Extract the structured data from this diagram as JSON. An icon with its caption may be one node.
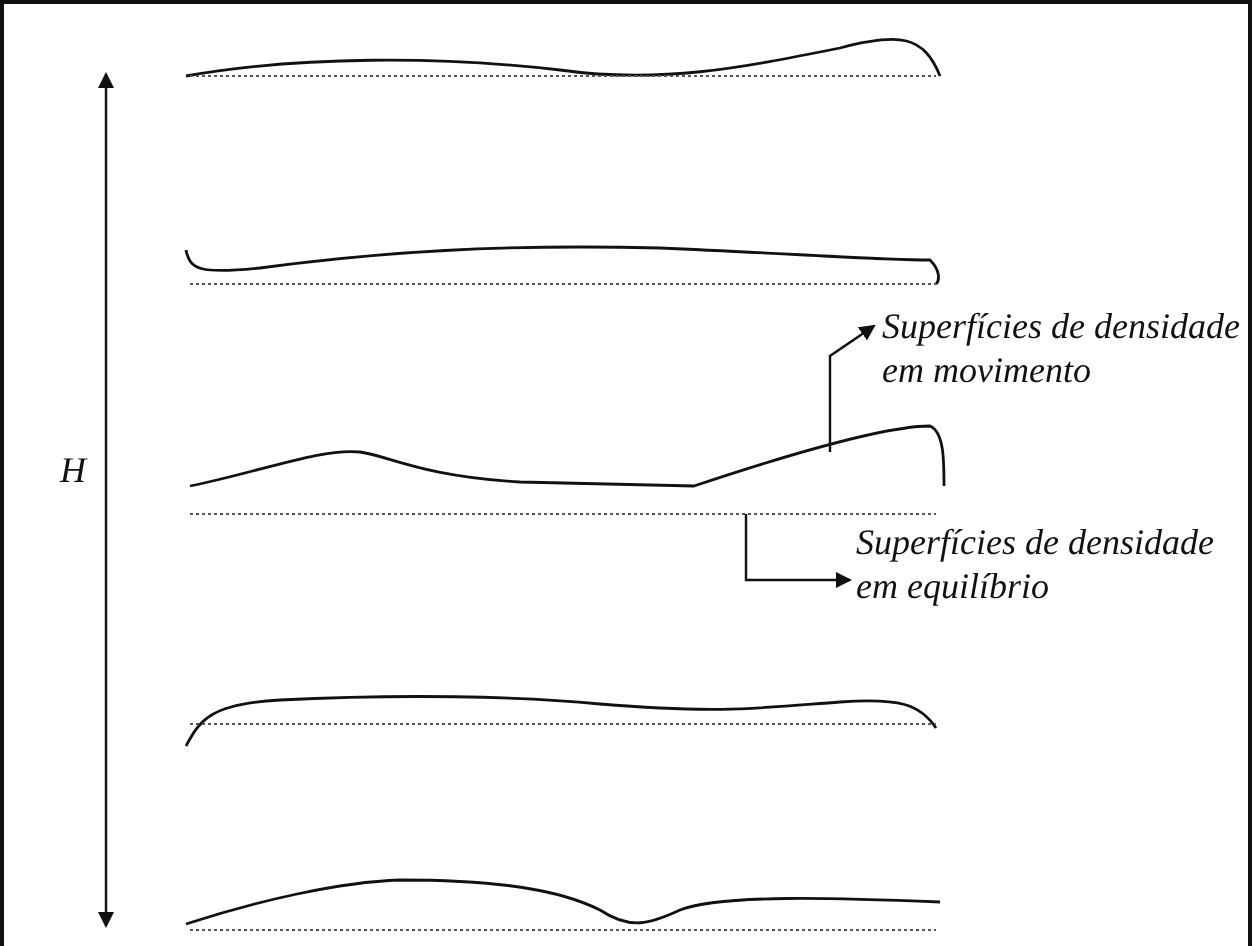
{
  "diagram": {
    "nodes": [
      {
        "text": [
          "Superfícies de densidade em movimento"
        ]
      },
      {
        "text": [
          "Superfícies de densidade em equilíbrio"
        ]
      },
      {
        "text": [],
        "shape": "curve"
      },
      {
        "text": [],
        "shape": "line"
      }
    ],
    "edges": [
      {
        "from": 2,
        "to": 0,
        "arrow": "to"
      },
      {
        "from": 3,
        "to": 1,
        "arrow": "to"
      }
    ],
    "labels": [
      "H"
    ]
  }
}
